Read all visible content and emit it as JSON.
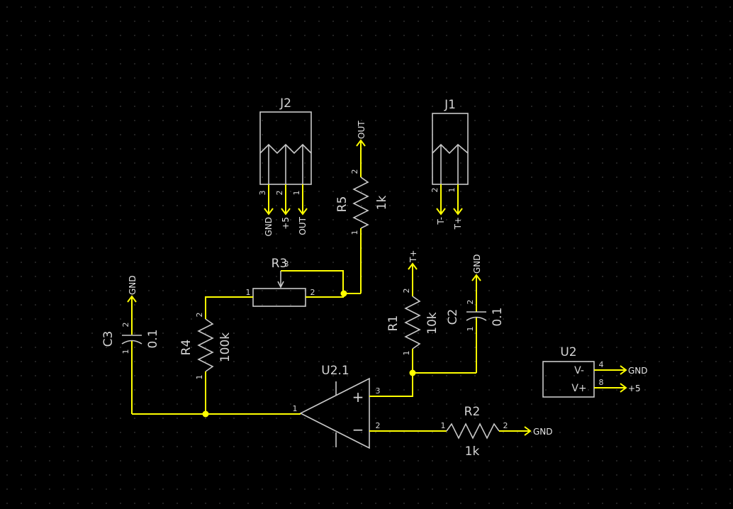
{
  "colors": {
    "background": "#000000",
    "wire": "#ffff00",
    "symbol": "#c8c8c8",
    "text": "#d4d4d4",
    "grid_dot": "#3a3a3a"
  },
  "components": {
    "J2": {
      "ref": "J2",
      "pins": [
        "3",
        "2",
        "1"
      ],
      "nets": [
        "GND",
        "+5",
        "OUT"
      ]
    },
    "J1": {
      "ref": "J1",
      "pins": [
        "2",
        "1"
      ],
      "nets": [
        "T-",
        "T+"
      ]
    },
    "R5": {
      "ref": "R5",
      "value": "1k",
      "pin1": "1",
      "pin2": "2",
      "net_top": "OUT"
    },
    "R3": {
      "ref": "R3",
      "pin1": "1",
      "pin2": "2",
      "pin3": "3"
    },
    "R4": {
      "ref": "R4",
      "value": "100k",
      "pin1": "1",
      "pin2": "2"
    },
    "C3": {
      "ref": "C3",
      "value": "0.1",
      "pin1": "1",
      "pin2": "2",
      "net_top": "GND"
    },
    "R1": {
      "ref": "R1",
      "value": "10k",
      "pin1": "1",
      "pin2": "2",
      "net_top": "T+"
    },
    "C2": {
      "ref": "C2",
      "value": "0.1",
      "pin1": "1",
      "pin2": "2",
      "net_top": "GND"
    },
    "U2_1": {
      "ref": "U2.1",
      "pin_out": "1",
      "pin_plus": "3",
      "pin_minus": "2",
      "plus": "+",
      "minus": "−"
    },
    "R2": {
      "ref": "R2",
      "value": "1k",
      "pin1": "1",
      "pin2": "2",
      "net": "GND"
    },
    "U2": {
      "ref": "U2",
      "pins": [
        "V-",
        "V+"
      ],
      "pin_nums": [
        "4",
        "8"
      ],
      "nets": [
        "GND",
        "+5"
      ]
    }
  }
}
